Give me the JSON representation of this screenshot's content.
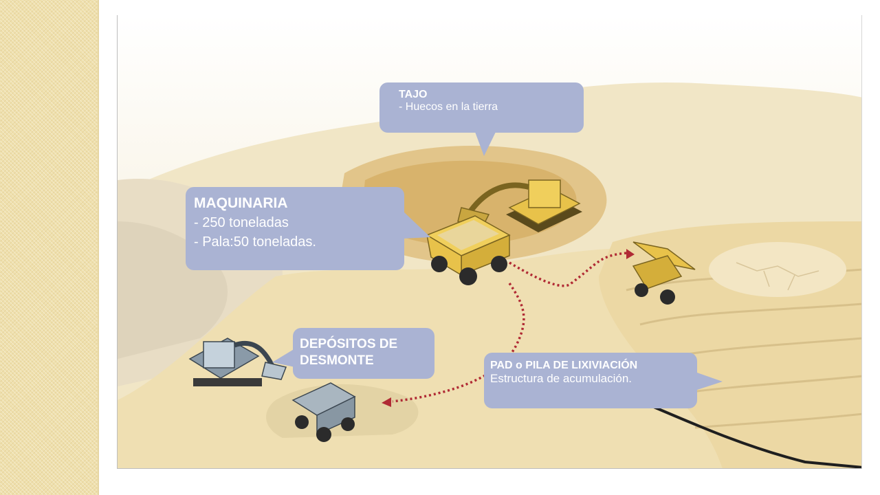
{
  "callouts": {
    "tajo": {
      "title": "TAJO",
      "line1": "- Huecos en la tierra"
    },
    "maquinaria": {
      "title": "MAQUINARIA",
      "line1": "-  250 toneladas",
      "line2": "- Pala:50 toneladas."
    },
    "depositos": {
      "title_line1": "DEPÓSITOS DE",
      "title_line2": "DESMONTE"
    },
    "pad": {
      "title": "PAD o PILA DE LIXIVIACIÓN",
      "line1": "Estructura de acumulación."
    }
  },
  "colors": {
    "callout_fill": "#aab3d3",
    "terrain": "#efdfb2",
    "truck_yellow": "#e8c24a",
    "route_dotted": "#b02a34",
    "side_strip": "#efe0ad"
  }
}
